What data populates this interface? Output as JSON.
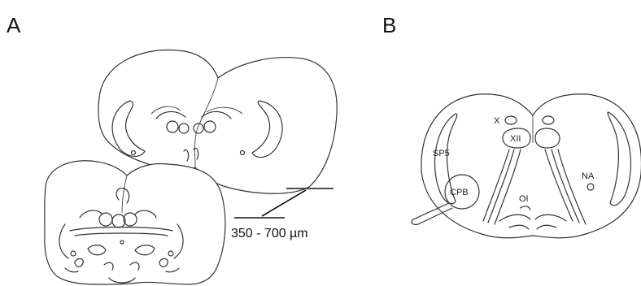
{
  "panels": {
    "a": {
      "letter": "A",
      "scale_label": "350 - 700 µm"
    },
    "b": {
      "letter": "B",
      "labels": {
        "x": "X",
        "xii": "XII",
        "sp5": "SP5",
        "na": "NA",
        "cpb": "CPB",
        "oi": "OI"
      }
    }
  }
}
